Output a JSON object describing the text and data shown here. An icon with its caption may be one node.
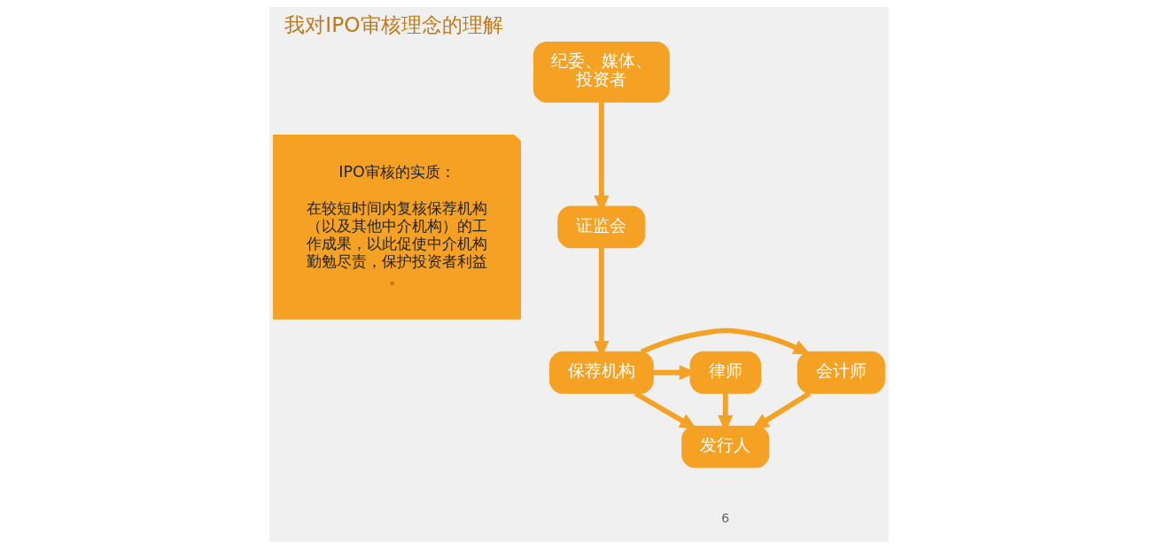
{
  "diagram": {
    "title": "我对IPO审核理念的理解",
    "nodes": [
      {
        "text": [
          "IPO审核的实质：",
          "在较短时间内复核保荐机构（以及其他中介机构）的工作成果，以此促使中介机构勤勉尽责，保护投资者利益。"
        ]
      },
      {
        "text": [
          "纪委、媒体、投资者"
        ]
      },
      {
        "text": [
          "证监会"
        ]
      },
      {
        "text": [
          "会计师"
        ]
      },
      {
        "text": [
          "保荐机构"
        ]
      },
      {
        "text": [
          "律师"
        ]
      },
      {
        "text": [
          "发行人"
        ]
      }
    ],
    "edges": [
      {
        "from": 1,
        "to": 2,
        "arrow": "to"
      },
      {
        "from": 2,
        "to": 4,
        "arrow": "to"
      },
      {
        "from": 4,
        "to": 3,
        "arrow": "to"
      },
      {
        "from": 4,
        "to": 5,
        "arrow": "to"
      },
      {
        "from": 4,
        "to": 6,
        "arrow": "to"
      },
      {
        "from": 3,
        "to": 6,
        "arrow": "to"
      },
      {
        "from": 5,
        "to": 6,
        "arrow": "to"
      }
    ],
    "labels": [
      "6"
    ]
  }
}
